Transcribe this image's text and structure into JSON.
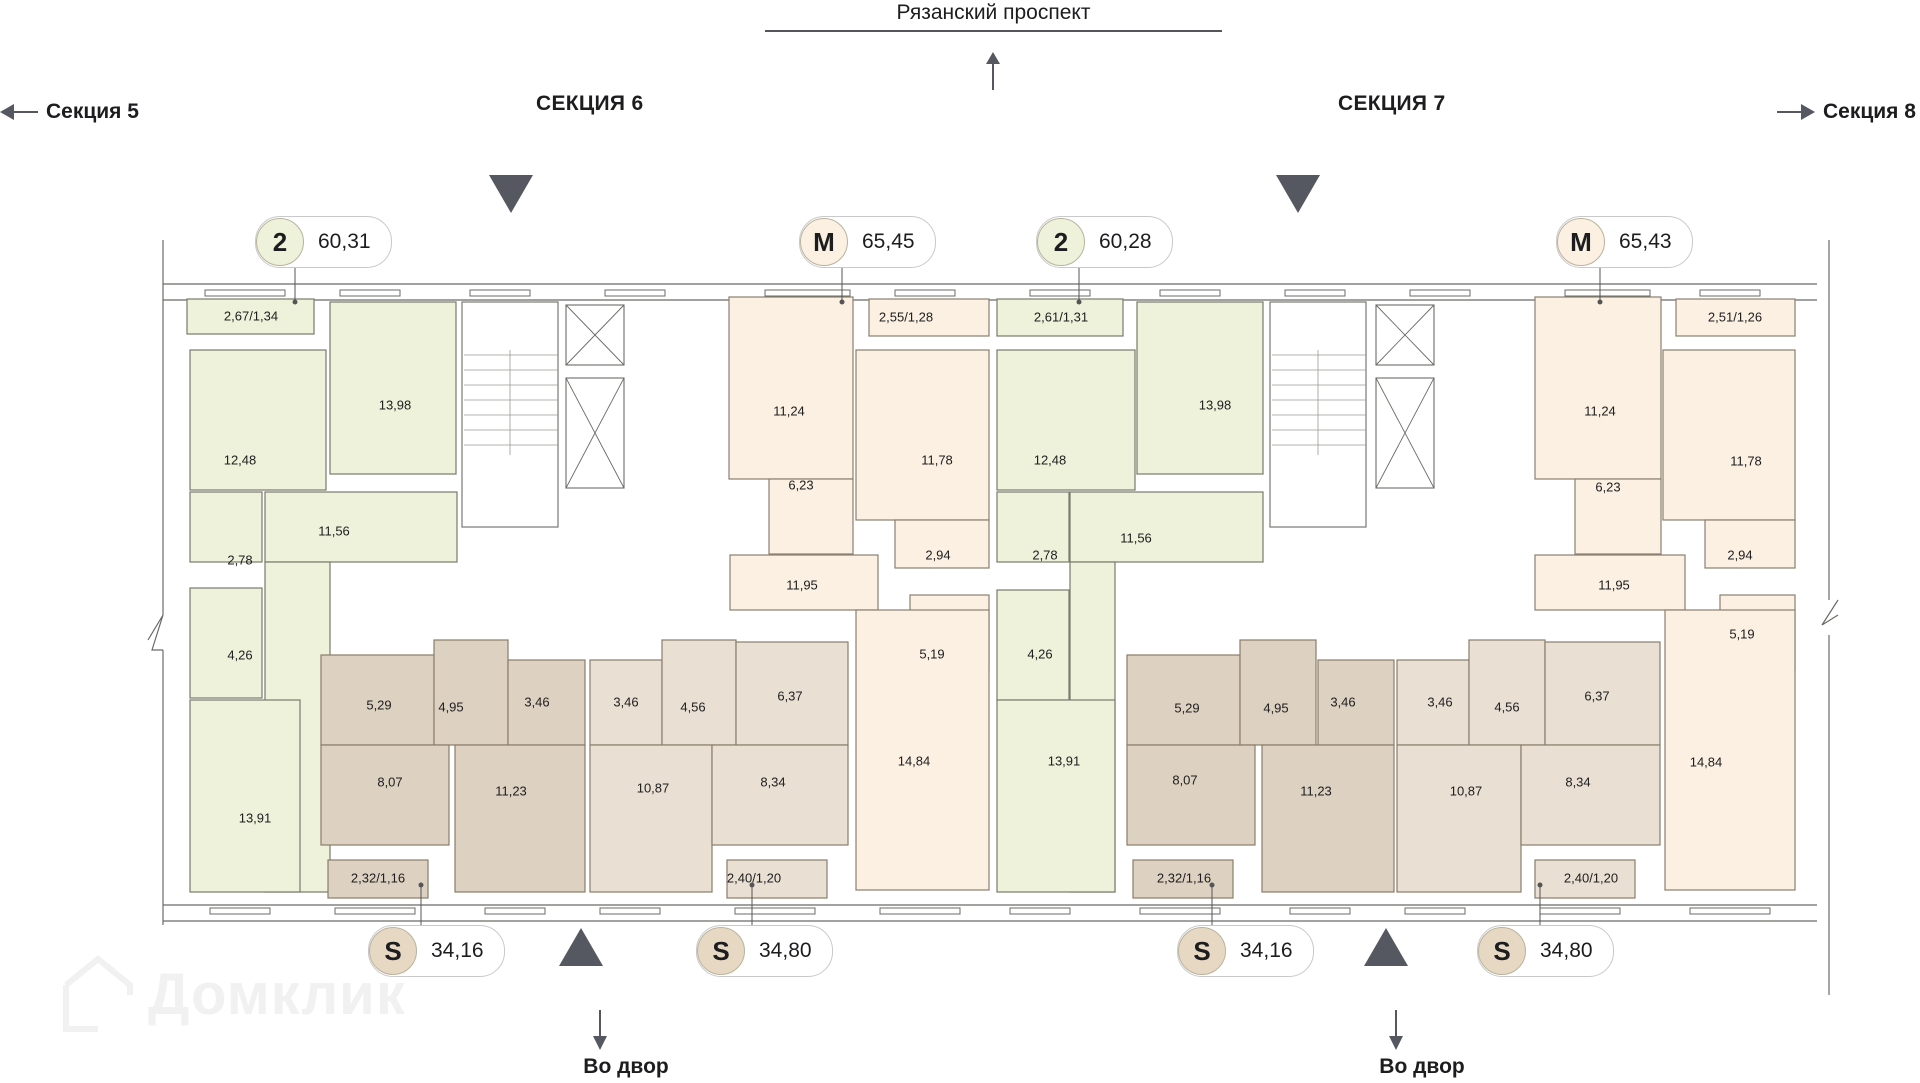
{
  "street": {
    "name": "Рязанский проспект"
  },
  "navigation": {
    "prev_section": "Секция 5",
    "next_section": "Секция 8"
  },
  "sections": [
    {
      "title": "СЕКЦИЯ 6",
      "exit_label": "Во двор"
    },
    {
      "title": "СЕКЦИЯ 7",
      "exit_label": "Во двор"
    }
  ],
  "colors": {
    "two_room": "#eef2da",
    "m_type": "#fbf0e2",
    "s_dark": "#ddd1c1",
    "s_light": "#e9e0d3",
    "wall": "#6b6b66",
    "arrow": "#555860",
    "badge_two": "#eef2da",
    "badge_m": "#fbf0e2",
    "badge_s": "#e6d8c3"
  },
  "apartments": [
    {
      "id": "s6-top-left",
      "type": "2",
      "area": "60,31",
      "balcony": "2,67/1,34",
      "rooms": [
        "13,98",
        "12,48",
        "11,56",
        "2,78",
        "4,26",
        "13,91"
      ]
    },
    {
      "id": "s6-top-right",
      "type": "M",
      "area": "65,45",
      "balcony": "2,55/1,28",
      "rooms": [
        "11,24",
        "6,23",
        "11,78",
        "11,95",
        "2,94",
        "5,19",
        "14,84"
      ]
    },
    {
      "id": "s6-bottom-left",
      "type": "S",
      "area": "34,16",
      "balcony": "2,32/1,16",
      "rooms": [
        "5,29",
        "4,95",
        "3,46",
        "8,07",
        "11,23"
      ]
    },
    {
      "id": "s6-bottom-right",
      "type": "S",
      "area": "34,80",
      "balcony": "2,40/1,20",
      "rooms": [
        "3,46",
        "4,56",
        "6,37",
        "10,87",
        "8,34"
      ]
    },
    {
      "id": "s7-top-left",
      "type": "2",
      "area": "60,28",
      "balcony": "2,61/1,31",
      "rooms": [
        "13,98",
        "12,48",
        "11,56",
        "2,78",
        "4,26",
        "13,91"
      ]
    },
    {
      "id": "s7-top-right",
      "type": "M",
      "area": "65,43",
      "balcony": "2,51/1,26",
      "rooms": [
        "11,24",
        "6,23",
        "11,78",
        "11,95",
        "2,94",
        "5,19",
        "14,84"
      ]
    },
    {
      "id": "s7-bottom-left",
      "type": "S",
      "area": "34,16",
      "balcony": "2,32/1,16",
      "rooms": [
        "5,29",
        "4,95",
        "3,46",
        "8,07",
        "11,23"
      ]
    },
    {
      "id": "s7-bottom-right",
      "type": "S",
      "area": "34,80",
      "balcony": "2,40/1,20",
      "rooms": [
        "3,46",
        "4,56",
        "6,37",
        "10,87",
        "8,34"
      ]
    }
  ],
  "watermark": "Домклик"
}
